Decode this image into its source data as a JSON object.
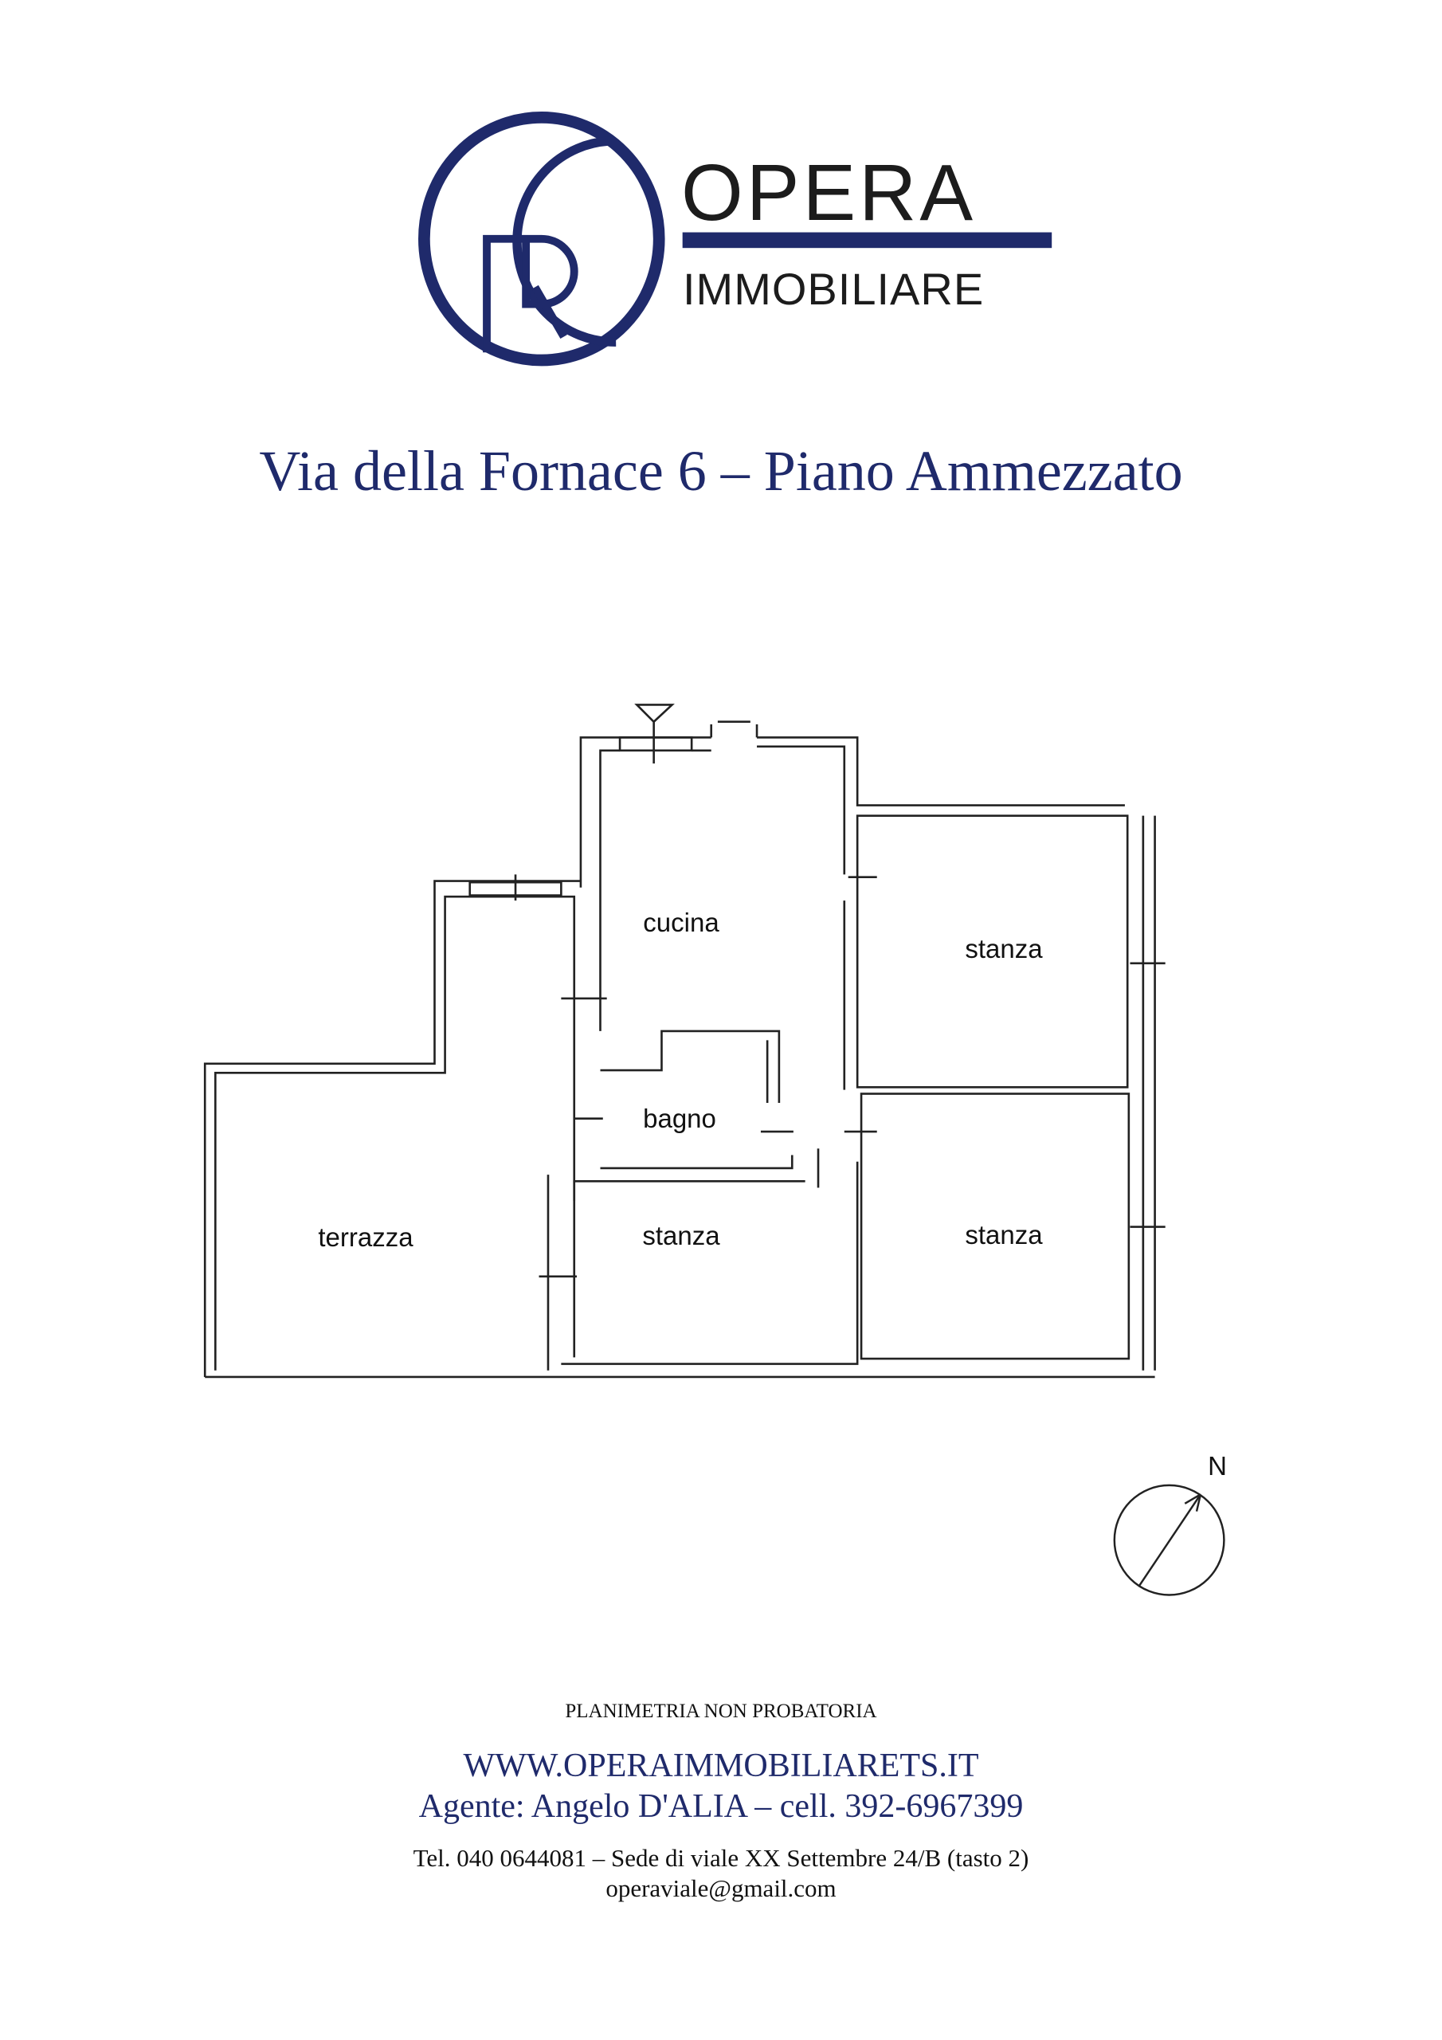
{
  "logo": {
    "name": "OPERA",
    "subtitle": "IMMOBILIARE",
    "monogram": "OR"
  },
  "title": "Via della Fornace 6 – Piano Ammezzato",
  "plan": {
    "rooms": [
      "cucina",
      "stanza",
      "bagno",
      "terrazza",
      "stanza",
      "stanza"
    ],
    "north_label": "N"
  },
  "footer": {
    "disclaimer": "PLANIMETRIA NON PROBATORIA",
    "website": "WWW.OPERAIMMOBILIARETS.IT",
    "agent": "Agente: Angelo D'ALIA – cell. 392-6967399",
    "office": "Tel. 040 0644081 – Sede di viale XX Settembre 24/B (tasto 2)",
    "email": "operaviale@gmail.com"
  },
  "colors": {
    "brand": "#1f2a6b",
    "line": "#222222"
  }
}
